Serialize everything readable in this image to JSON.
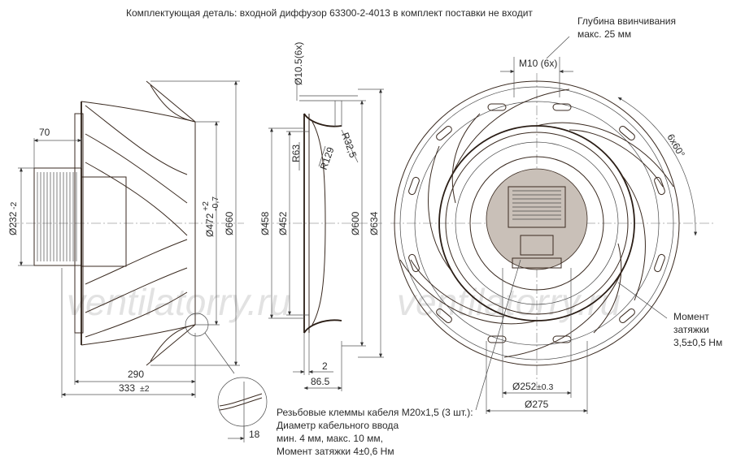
{
  "top_note": "Комплектующая деталь: входной диффузор 63300-2-4013 в комплект поставки не входит",
  "right_note": {
    "line1": "Глубина ввинчивания",
    "line2": "макс. 25 мм"
  },
  "torque_note": {
    "line1": "Момент",
    "line2": "затяжки",
    "line3": "3,5±0,5 Нм"
  },
  "bottom_note": {
    "line1": "Резьбовые клеммы кабеля M20x1,5 (3 шт.):",
    "line2": "Диаметр кабельного ввода",
    "line3": "мин. 4 мм, макс. 10 мм,",
    "line4": "Момент затяжки 4±0,6 Нм"
  },
  "dimensions": {
    "d70": "70",
    "d232": "Ø232",
    "d232_tol": "-2",
    "d472": "Ø472",
    "d472_tol_up": "+2",
    "d472_tol_low": "-0,7",
    "d660": "Ø660",
    "d290": "290",
    "d333": "333",
    "d333_tol": "±2",
    "d18": "18",
    "d10_5": "Ø10.5(6x)",
    "r63": "R63",
    "r129": "R129",
    "r32_5": "R32,5",
    "d458": "Ø458",
    "d452": "Ø452",
    "d600": "Ø600",
    "d634": "Ø634",
    "d2": "2",
    "d86_5": "86.5",
    "m10": "M10 (6x)",
    "angle": "6x60°",
    "d252": "Ø252",
    "d252_tol": "±0.3",
    "d275": "Ø275"
  },
  "watermark": {
    "left": "ventilatorry.ru",
    "right": "ventilatorry.ru"
  }
}
